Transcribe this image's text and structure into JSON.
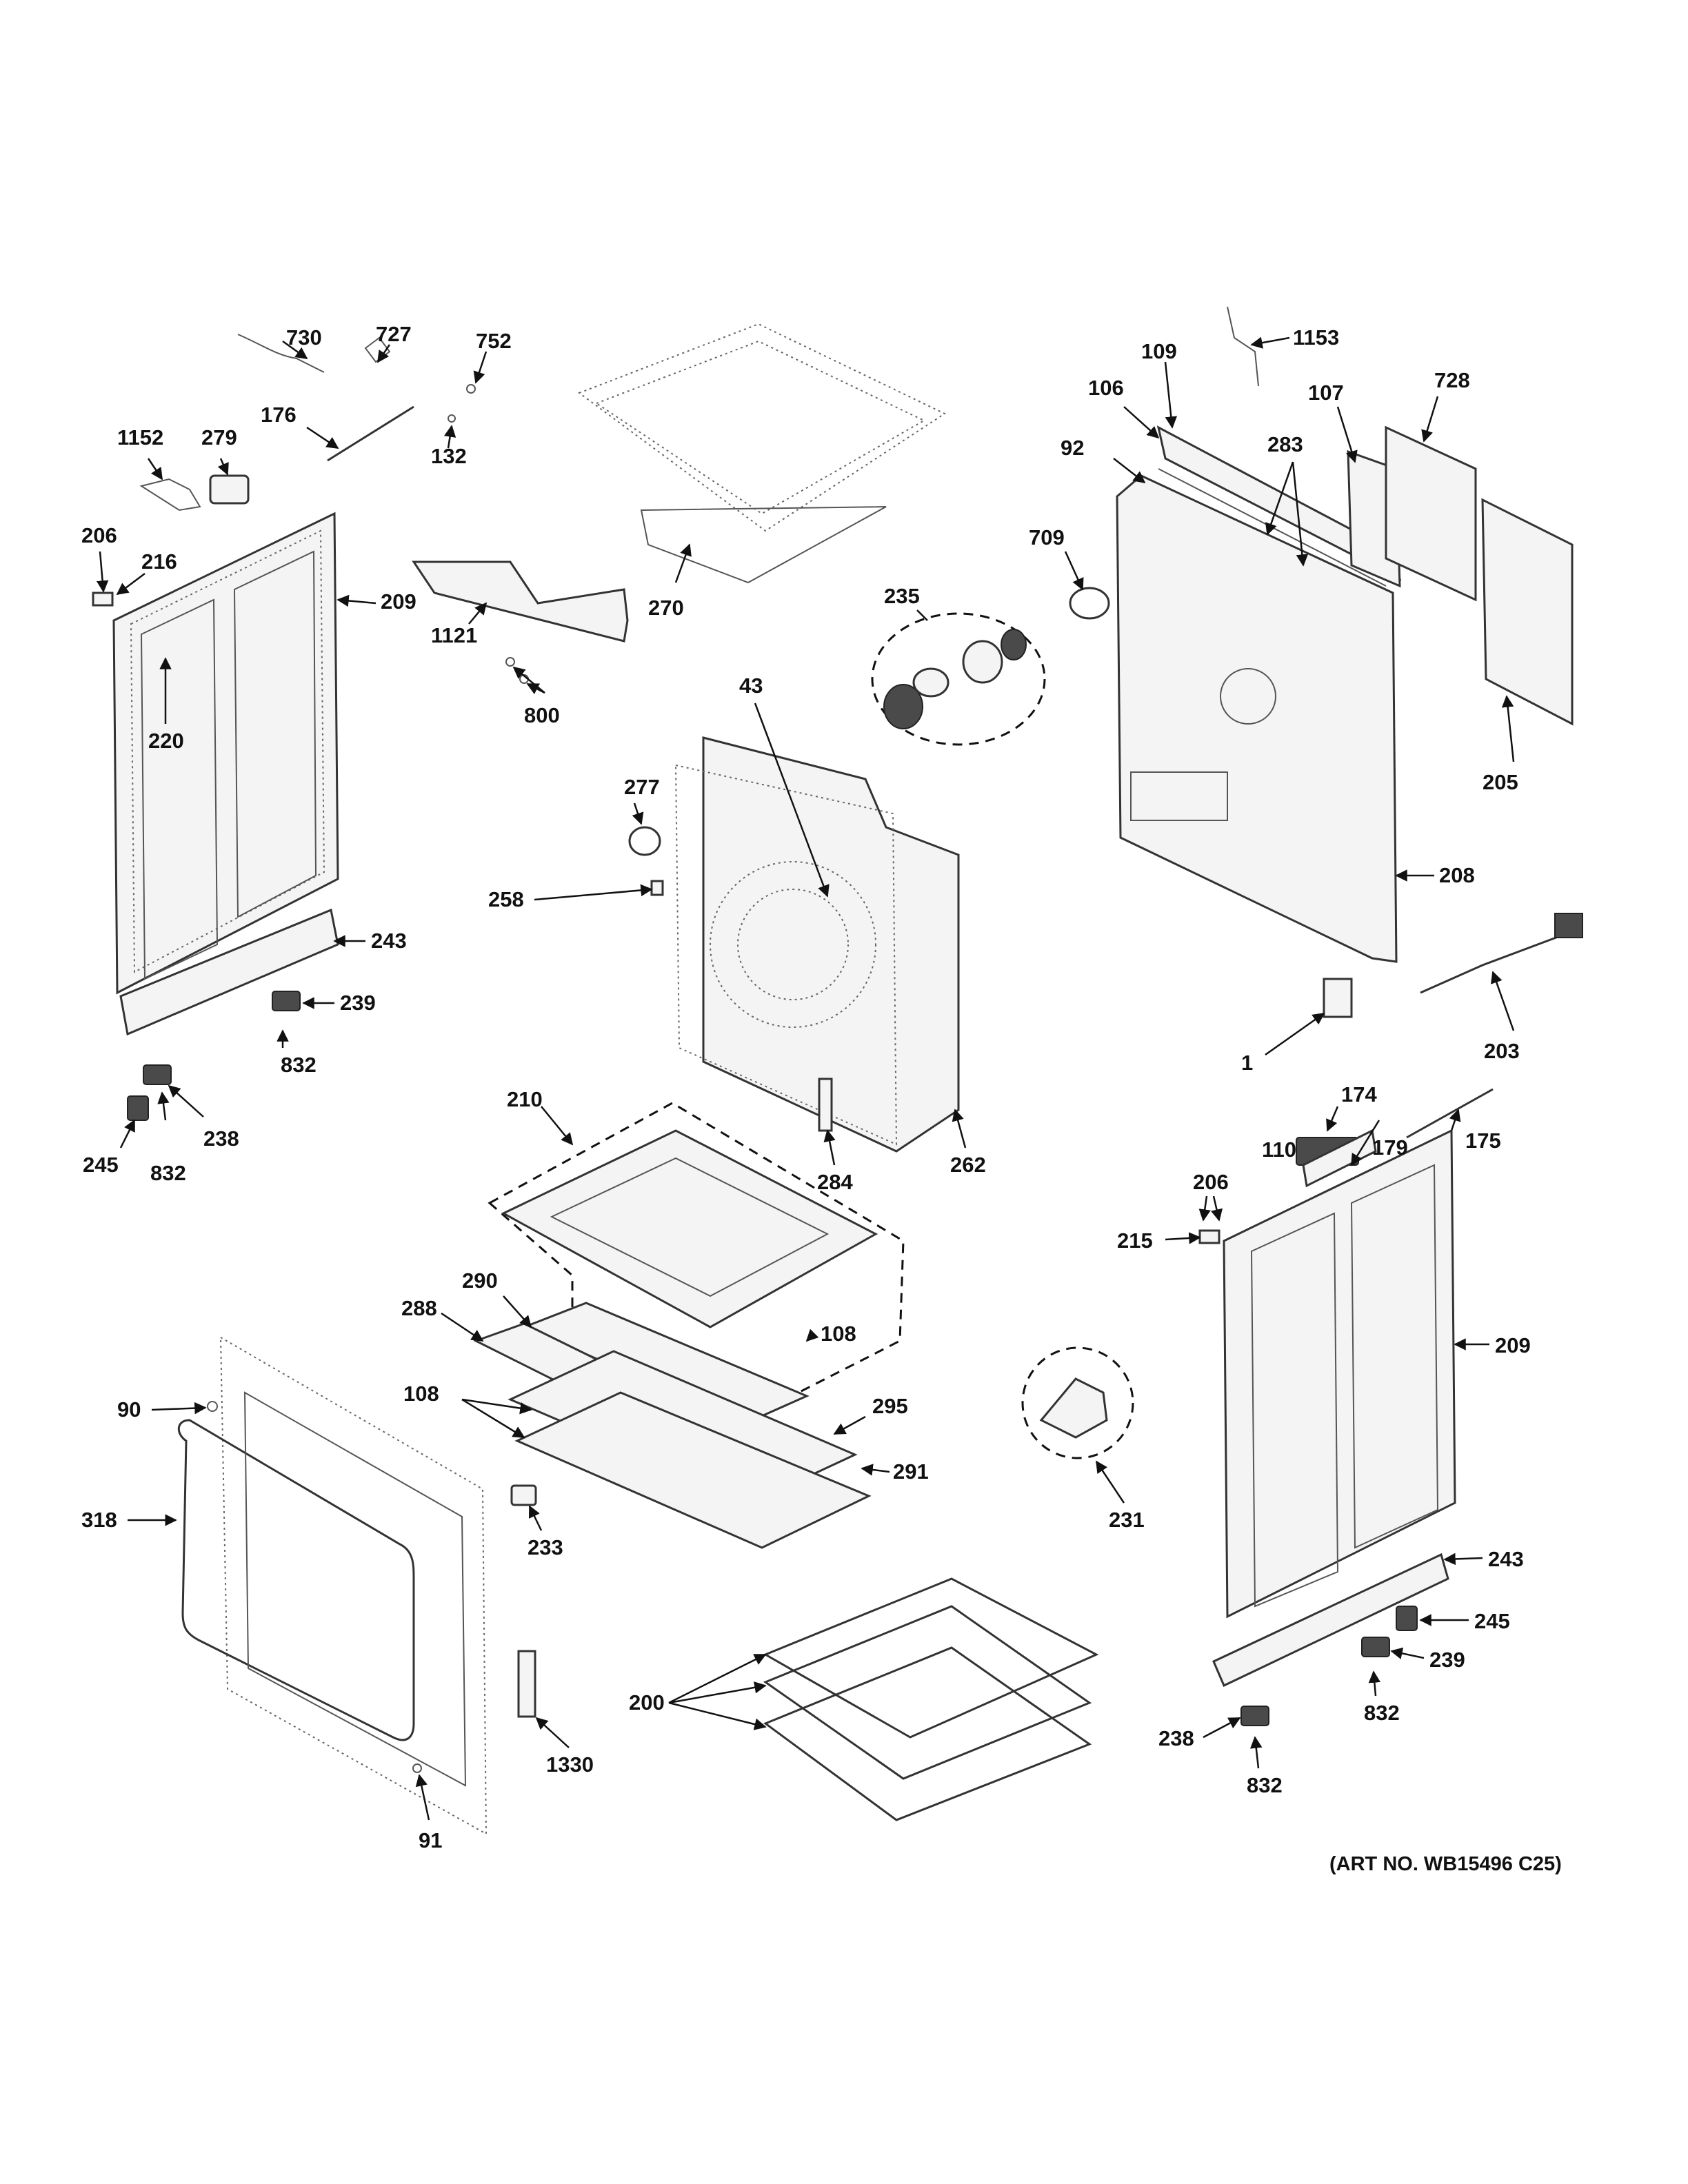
{
  "callouts": [
    "730",
    "727",
    "752",
    "176",
    "132",
    "1152",
    "279",
    "206",
    "216",
    "209",
    "1121",
    "800",
    "270",
    "220",
    "243",
    "239",
    "832",
    "245",
    "238",
    "832",
    "1153",
    "109",
    "106",
    "728",
    "107",
    "92",
    "283",
    "709",
    "235",
    "43",
    "277",
    "258",
    "205",
    "208",
    "203",
    "1",
    "174",
    "110",
    "179",
    "175",
    "206",
    "215",
    "210",
    "284",
    "262",
    "290",
    "288",
    "108",
    "108",
    "295",
    "291",
    "90",
    "318",
    "233",
    "231",
    "209",
    "243",
    "245",
    "239",
    "832",
    "238",
    "832",
    "200",
    "1330",
    "91"
  ],
  "art_number": "(ART NO. WB15496 C25)"
}
